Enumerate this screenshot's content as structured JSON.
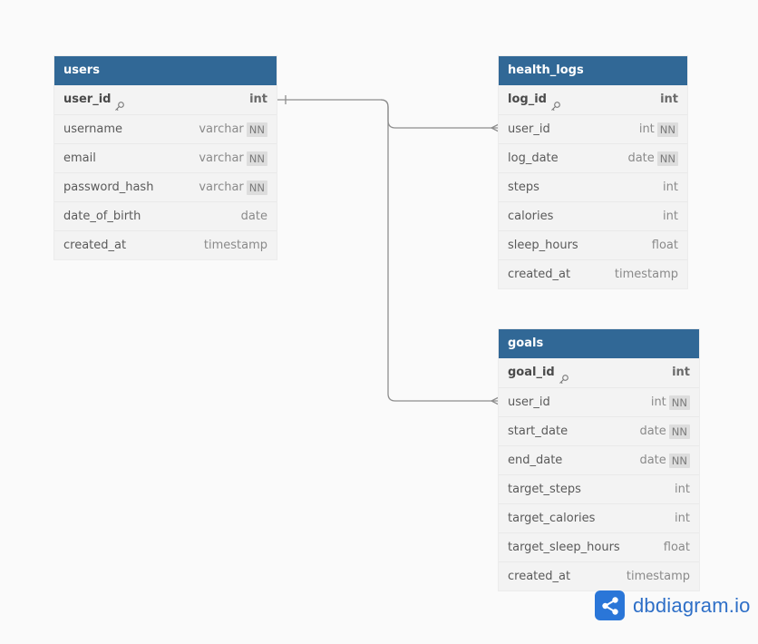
{
  "colors": {
    "header": "#316896",
    "body": "#f3f3f3",
    "link": "#8a8a8a",
    "brand": "#2e6fc7"
  },
  "tables": {
    "users": {
      "name": "users",
      "columns": [
        {
          "name": "user_id",
          "type": "int",
          "pk": true,
          "nn": ""
        },
        {
          "name": "username",
          "type": "varchar",
          "nn": "NN"
        },
        {
          "name": "email",
          "type": "varchar",
          "nn": "NN"
        },
        {
          "name": "password_hash",
          "type": "varchar",
          "nn": "NN"
        },
        {
          "name": "date_of_birth",
          "type": "date",
          "nn": ""
        },
        {
          "name": "created_at",
          "type": "timestamp",
          "nn": ""
        }
      ]
    },
    "health_logs": {
      "name": "health_logs",
      "columns": [
        {
          "name": "log_id",
          "type": "int",
          "pk": true,
          "nn": ""
        },
        {
          "name": "user_id",
          "type": "int",
          "nn": "NN"
        },
        {
          "name": "log_date",
          "type": "date",
          "nn": "NN"
        },
        {
          "name": "steps",
          "type": "int",
          "nn": ""
        },
        {
          "name": "calories",
          "type": "int",
          "nn": ""
        },
        {
          "name": "sleep_hours",
          "type": "float",
          "nn": ""
        },
        {
          "name": "created_at",
          "type": "timestamp",
          "nn": ""
        }
      ]
    },
    "goals": {
      "name": "goals",
      "columns": [
        {
          "name": "goal_id",
          "type": "int",
          "pk": true,
          "nn": ""
        },
        {
          "name": "user_id",
          "type": "int",
          "nn": "NN"
        },
        {
          "name": "start_date",
          "type": "date",
          "nn": "NN"
        },
        {
          "name": "end_date",
          "type": "date",
          "nn": "NN"
        },
        {
          "name": "target_steps",
          "type": "int",
          "nn": ""
        },
        {
          "name": "target_calories",
          "type": "int",
          "nn": ""
        },
        {
          "name": "target_sleep_hours",
          "type": "float",
          "nn": ""
        },
        {
          "name": "created_at",
          "type": "timestamp",
          "nn": ""
        }
      ]
    }
  },
  "relationships": [
    {
      "from": "users.user_id",
      "to": "health_logs.user_id",
      "type": "one-to-many"
    },
    {
      "from": "users.user_id",
      "to": "goals.user_id",
      "type": "one-to-many"
    }
  ],
  "brand": {
    "text": "dbdiagram.io",
    "icon": "share-nodes-icon"
  }
}
